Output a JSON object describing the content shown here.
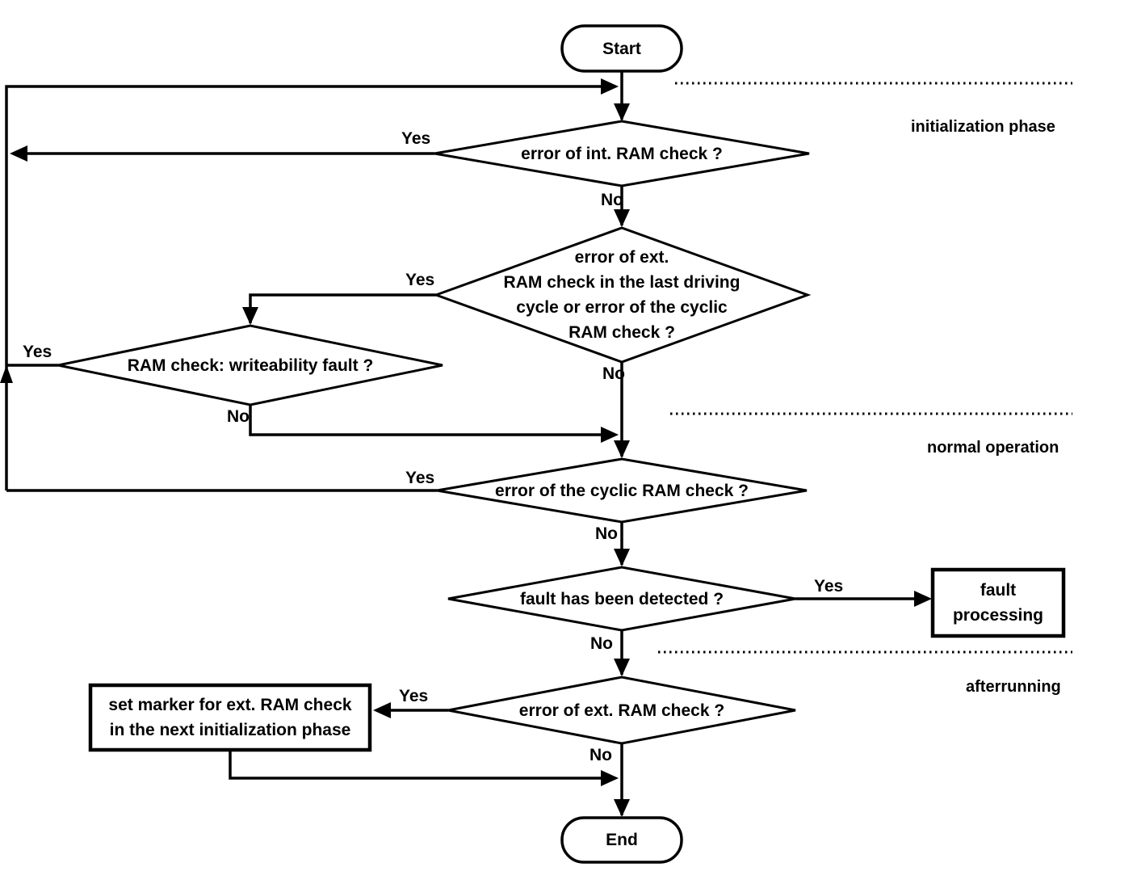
{
  "diagram": {
    "background_color": "#ffffff",
    "line_color": "#000000",
    "nodes": {
      "start": {
        "type": "terminator",
        "label": "Start"
      },
      "check_int_ram": {
        "type": "decision",
        "label": "error of int. RAM check ?"
      },
      "check_ext_ram_last_cycle": {
        "type": "decision",
        "label": "error of ext.\nRAM check in the last driving\ncycle or error of the cyclic\nRAM check ?"
      },
      "check_writeability": {
        "type": "decision",
        "label": "RAM check: writeability fault ?"
      },
      "check_cyclic_ram": {
        "type": "decision",
        "label": "error of the cyclic RAM check ?"
      },
      "fault_detected": {
        "type": "decision",
        "label": "fault has been detected ?"
      },
      "fault_processing": {
        "type": "process",
        "label": "fault\nprocessing"
      },
      "check_ext_ram": {
        "type": "decision",
        "label": "error of ext. RAM check ?"
      },
      "set_marker": {
        "type": "process",
        "label": "set marker for ext. RAM check\nin the next  initialization phase"
      },
      "end": {
        "type": "terminator",
        "label": "End"
      }
    },
    "edge_labels": {
      "yes": "Yes",
      "no": "No"
    },
    "sections": {
      "initialization": "initialization phase",
      "normal": "normal operation",
      "afterrunning": "afterrunning"
    }
  }
}
